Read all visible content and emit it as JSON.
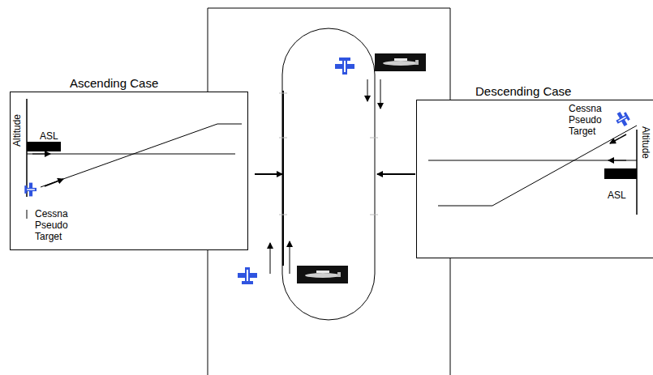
{
  "diagram": {
    "nodes": [
      {
        "text": [
          "Ascending Case",
          "Altitude",
          "ASL",
          "Cessna Pseudo Target"
        ]
      },
      {
        "text": [
          "Descending Case",
          "Cessna Pseudo Target",
          "Altitude",
          "ASL"
        ]
      }
    ]
  }
}
